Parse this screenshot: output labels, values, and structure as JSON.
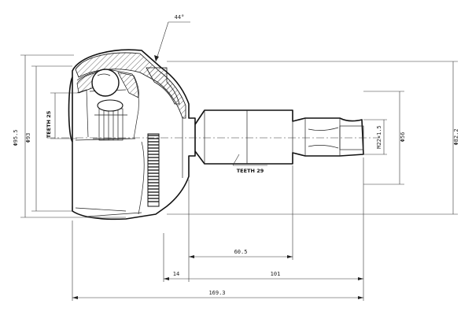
{
  "labels": {
    "angle": "44°",
    "teeth_inner": "TEETH 25",
    "teeth_outer": "TEETH 29",
    "dia_outer_left": "Φ95.5",
    "dia_inner_left": "Φ93",
    "thread": "M22×1.5",
    "dia_spigot": "Φ56",
    "dia_ring": "Φ82.2",
    "len_spline": "60.5",
    "len_offset": "14",
    "len_shaft": "101",
    "len_total": "169.3"
  },
  "colors": {
    "line": "#111111",
    "hatch": "#444444",
    "background": "#ffffff"
  }
}
